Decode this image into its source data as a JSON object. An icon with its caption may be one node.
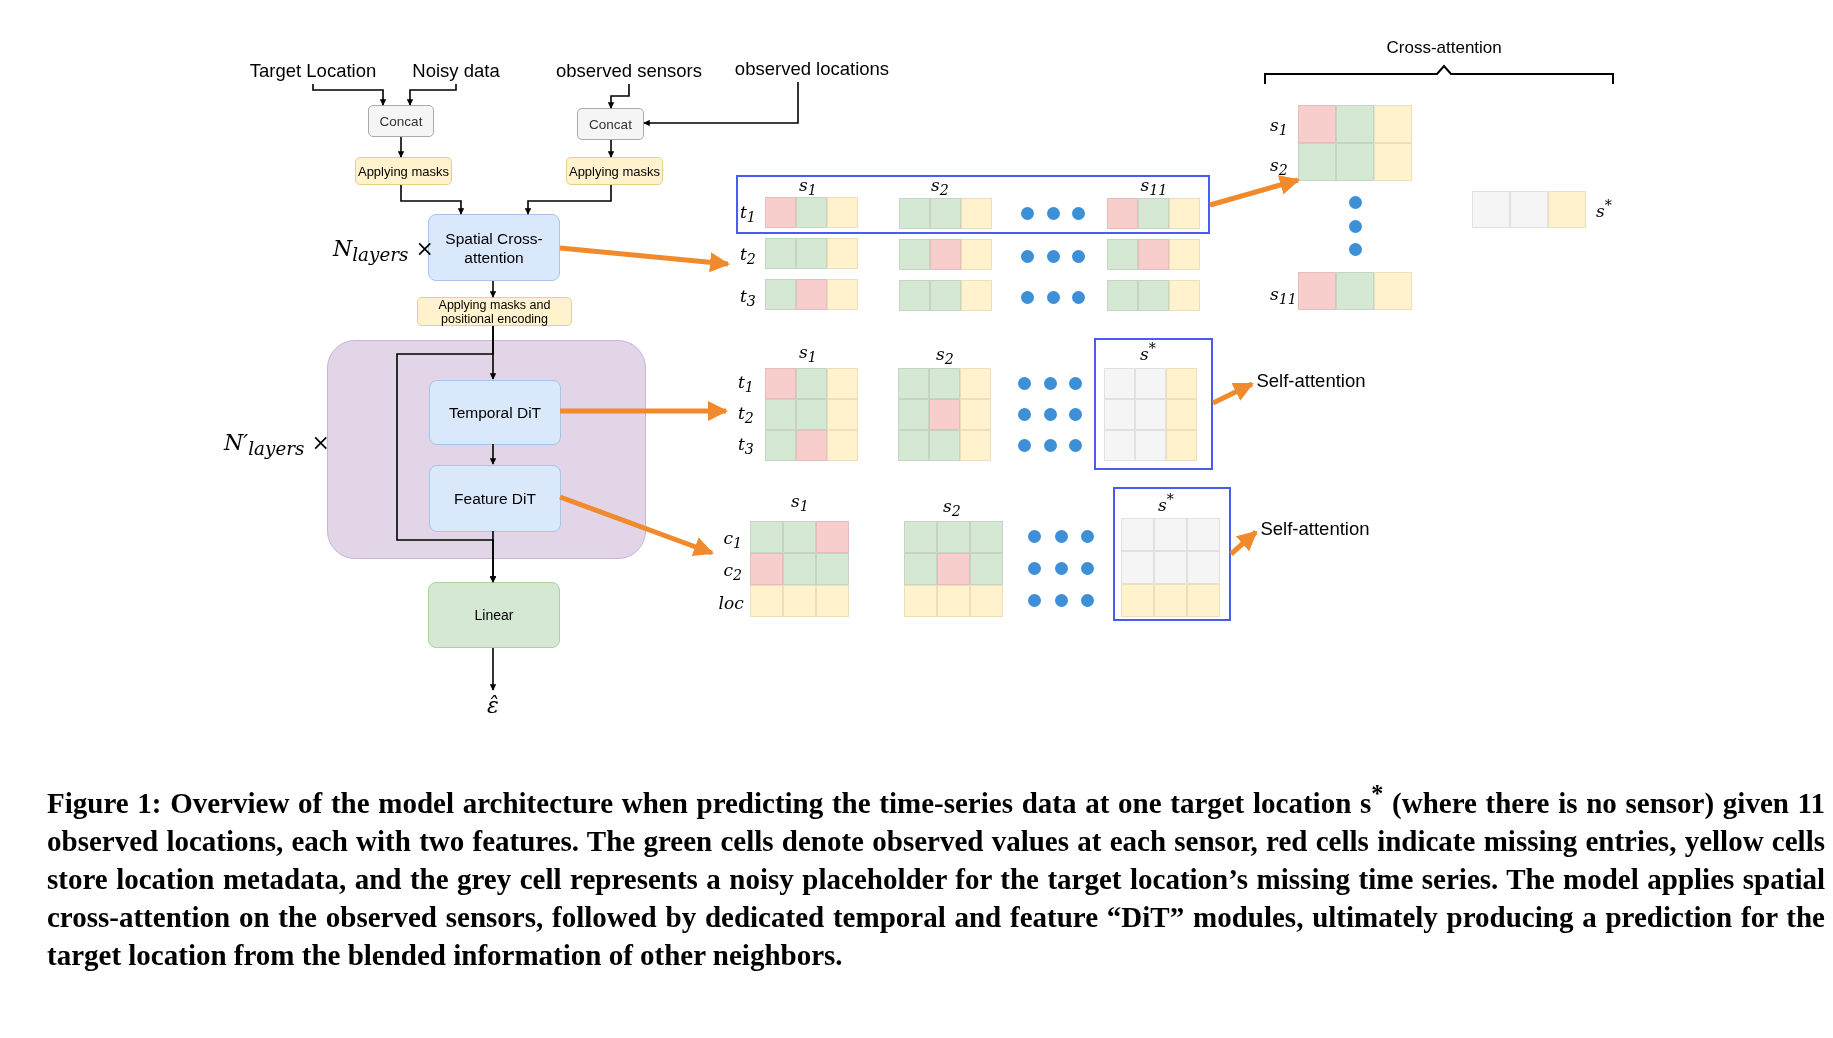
{
  "diagram": {
    "caption": "Figure 1: Overview of the model architecture when predicting the time-series data at one target location s$^{*}$ (where there is no sensor) given 11 observed locations, each with two features. The green cells denote observed values at each sensor, red cells indicate missing entries, yellow cells store location metadata, and the grey cell represents a noisy placeholder for the target location’s missing time series. The model applies spatial cross-attention on the observed sensors, followed by dedicated temporal and feature “DiT” modules, ultimately producing a prediction for the target location from the blended information of other neighbors.",
    "nodes": [
      {
        "text": [
          "Target Location"
        ]
      },
      {
        "text": [
          "Noisy data"
        ]
      },
      {
        "text": [
          "observed sensors"
        ]
      },
      {
        "text": [
          "observed locations"
        ]
      },
      {
        "text": [
          "Concat"
        ]
      },
      {
        "text": [
          "Concat"
        ]
      },
      {
        "text": [
          "Applying masks"
        ]
      },
      {
        "text": [
          "Applying masks"
        ]
      },
      {
        "text": [
          "Spatial Cross-attention"
        ],
        "beside": [
          "N$_{layers}$ ×"
        ]
      },
      {
        "text": [
          "Applying masks and positional encoding"
        ]
      },
      {
        "text": [],
        "shape": "box",
        "beside": [
          "N′$_{layers}$ ×"
        ]
      },
      {
        "text": [
          "Temporal DiT"
        ],
        "in": 10
      },
      {
        "text": [
          "Feature DiT"
        ],
        "in": 10
      },
      {
        "text": [
          "Linear"
        ]
      },
      {
        "text": [
          "ε̂"
        ]
      },
      {
        "text": [],
        "shape": "picture"
      },
      {
        "text": [],
        "shape": "box"
      },
      {
        "text": [],
        "shape": "picture",
        "beside": [
          "s$_{1}$",
          "s$_{2}$",
          "s$_{11}$"
        ]
      },
      {
        "text": [],
        "shape": "picture",
        "beside": [
          "s$^{*}$"
        ]
      },
      {
        "text": [],
        "shape": "picture"
      },
      {
        "text": [],
        "shape": "box"
      },
      {
        "text": [
          "Self-attention"
        ]
      },
      {
        "text": [],
        "shape": "picture"
      },
      {
        "text": [],
        "shape": "box"
      },
      {
        "text": [
          "Self-attention"
        ]
      }
    ],
    "edges": [
      {
        "from": 0,
        "to": 4,
        "arrow": "to"
      },
      {
        "from": 1,
        "to": 4,
        "arrow": "to"
      },
      {
        "from": 2,
        "to": 5,
        "arrow": "to"
      },
      {
        "from": 3,
        "to": 5,
        "arrow": "to"
      },
      {
        "from": 4,
        "to": 6,
        "arrow": "to"
      },
      {
        "from": 5,
        "to": 7,
        "arrow": "to"
      },
      {
        "from": 6,
        "to": 8,
        "arrow": "to"
      },
      {
        "from": 7,
        "to": 8,
        "arrow": "to"
      },
      {
        "from": 8,
        "to": 9,
        "arrow": "to"
      },
      {
        "from": 9,
        "to": 11,
        "arrow": "to"
      },
      {
        "from": 11,
        "to": 12,
        "arrow": "to"
      },
      {
        "from": 12,
        "to": 13,
        "arrow": "to"
      },
      {
        "from": 9,
        "to": 13,
        "arrow": "to"
      },
      {
        "from": 13,
        "to": 14,
        "arrow": "to"
      },
      {
        "from": 8,
        "to": 15,
        "arrow": "to",
        "style": "thick",
        "color": "#f08a2c"
      },
      {
        "from": 11,
        "to": 19,
        "arrow": "to",
        "style": "thick",
        "color": "#f08a2c"
      },
      {
        "from": 12,
        "to": 22,
        "arrow": "to",
        "style": "thick",
        "color": "#f08a2c"
      },
      {
        "from": 16,
        "to": 17,
        "arrow": "to",
        "style": "thick",
        "color": "#f08a2c"
      },
      {
        "from": 20,
        "to": 21,
        "arrow": "to",
        "style": "thick",
        "color": "#f08a2c"
      },
      {
        "from": 23,
        "to": 24,
        "arrow": "to",
        "style": "thick",
        "color": "#f08a2c"
      }
    ],
    "labels": [
      "Cross-attention",
      "s$_{1}$",
      "s$_{2}$",
      "s$_{11}$",
      "t$_{1}$",
      "t$_{2}$",
      "t$_{3}$",
      "s$_{1}$",
      "s$_{2}$",
      "s$^{*}$",
      "t$_{1}$",
      "t$_{2}$",
      "t$_{3}$",
      "s$_{1}$",
      "s$_{2}$",
      "s$^{*}$",
      "c$_{1}$",
      "c$_{2}$",
      "loc"
    ]
  }
}
